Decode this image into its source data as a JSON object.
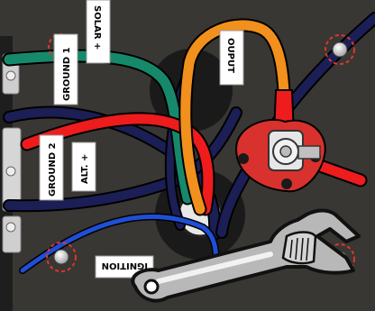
{
  "labels": {
    "ground1": "GROUND 1",
    "solar": "SOLAR +",
    "output": "OUPUT",
    "ground2": "GROUND 2",
    "alt": "ALT. +",
    "ignition": "IGNITION"
  },
  "colors": {
    "panel": "#3b3a36",
    "wire_green": "#17896b",
    "wire_orange": "#f1901c",
    "wire_red": "#ee1c1c",
    "wire_navy": "#1b1f55",
    "wire_blue": "#1f4fd6",
    "terminal_red": "#d9312d",
    "wrench": "#b8b8b8",
    "marker": "#e0352c"
  },
  "icons": [
    "wrench-icon",
    "mounting-screw-icon",
    "terminal-post-icon"
  ]
}
